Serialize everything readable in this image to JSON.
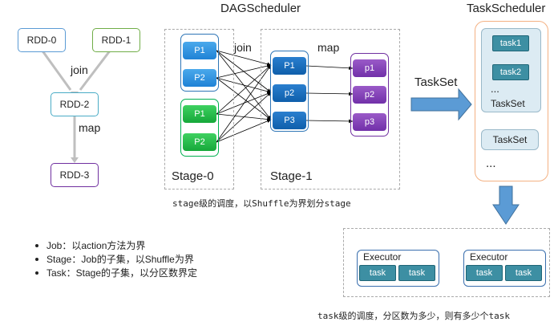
{
  "titles": {
    "dag": "DAGScheduler",
    "task_scheduler": "TaskScheduler"
  },
  "left": {
    "rdd0": "RDD-0",
    "rdd1": "RDD-1",
    "rdd2": "RDD-2",
    "rdd3": "RDD-3",
    "join": "join",
    "map": "map"
  },
  "dag": {
    "join": "join",
    "map": "map",
    "stage0_label": "Stage-0",
    "stage1_label": "Stage-1",
    "stage0_blue": [
      "P1",
      "P2"
    ],
    "stage0_green": [
      "P1",
      "P2"
    ],
    "stage1_mid": [
      "P1",
      "p2",
      "P3"
    ],
    "stage1_purple": [
      "p1",
      "p2",
      "p3"
    ],
    "caption": "stage级的调度，以Shuffle为界划分stage"
  },
  "taskset_label": "TaskSet",
  "scheduler": {
    "tasks": [
      "task1",
      "task2"
    ],
    "ellipsis": "...",
    "taskset_inner": "TaskSet",
    "taskset_box": "TaskSet",
    "ellipsis_bottom": "..."
  },
  "executors": [
    {
      "label": "Executor",
      "tasks": [
        "task",
        "task"
      ]
    },
    {
      "label": "Executor",
      "tasks": [
        "task",
        "task"
      ]
    }
  ],
  "executor_caption": "task级的调度，分区数为多少，则有多少个task",
  "bullets": [
    "Job：以action方法为界",
    "Stage：Job的子集，以Shuffle为界",
    "Task：Stage的子集，以分区数界定"
  ],
  "colors": {
    "rdd_blue": "#5b9bd5",
    "rdd_green": "#70ad47",
    "rdd_teal": "#4aacc6",
    "rdd_purple": "#7030a0",
    "arrow": "#5b9bd5",
    "orange": "#f4b183"
  }
}
